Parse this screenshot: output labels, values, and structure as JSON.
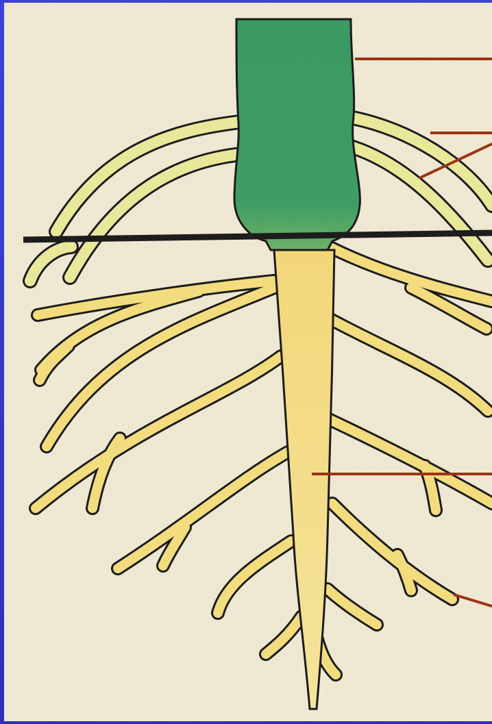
{
  "diagram": {
    "subject": "plant-root-system",
    "colors": {
      "frame": "#2d36c8",
      "paper": "#efe8d3",
      "stem_green": "#3f9d63",
      "root_yellow": "#f2dc7e",
      "root_pale": "#e9e79a",
      "outline": "#1c1c1c",
      "pointer_line": "#9b3413",
      "ground_line": "#1d1d1d"
    },
    "pointers": [
      {
        "target": "stem"
      },
      {
        "target": "adventitious-roots"
      },
      {
        "target": "main-root"
      },
      {
        "target": "lateral-root-tip"
      }
    ]
  }
}
